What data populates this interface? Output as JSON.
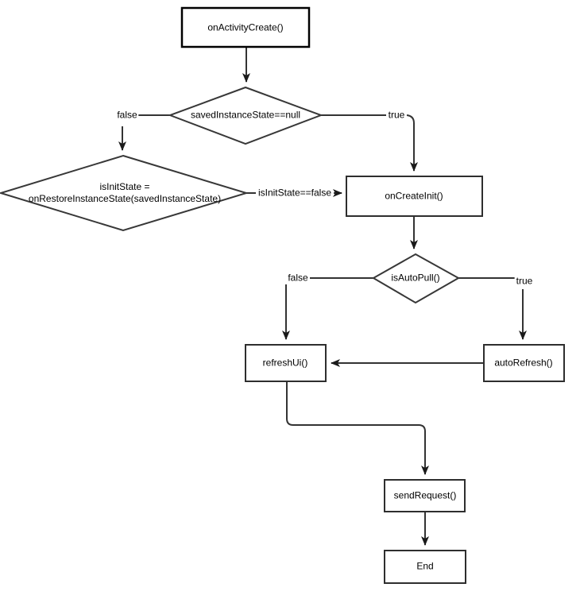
{
  "diagram": {
    "nodes": {
      "on_activity_create": {
        "label": "onActivityCreate()",
        "type": "process"
      },
      "saved_instance_state_check": {
        "label": "savedInstanceState==null",
        "type": "decision"
      },
      "restore_instance_state": {
        "label_line1": "isInitState =",
        "label_line2": "onRestoreInstanceState(savedInstanceState)",
        "type": "decision"
      },
      "on_create_init": {
        "label": "onCreateInit()",
        "type": "process"
      },
      "is_auto_pull": {
        "label": "isAutoPull()",
        "type": "decision"
      },
      "refresh_ui": {
        "label": "refreshUi()",
        "type": "process"
      },
      "auto_refresh": {
        "label": "autoRefresh()",
        "type": "process"
      },
      "send_request": {
        "label": "sendRequest()",
        "type": "process"
      },
      "end": {
        "label": "End",
        "type": "terminator"
      }
    },
    "edge_labels": {
      "saved_check_false": "false",
      "saved_check_true": "true",
      "is_init_state_false": "isInitState==false",
      "auto_pull_false": "false",
      "auto_pull_true": "true"
    },
    "colors": {
      "line": "#333333",
      "node_border": "#2e2e2e",
      "node_fill": "#ffffff",
      "text": "#000000",
      "background": "#ffffff"
    }
  }
}
